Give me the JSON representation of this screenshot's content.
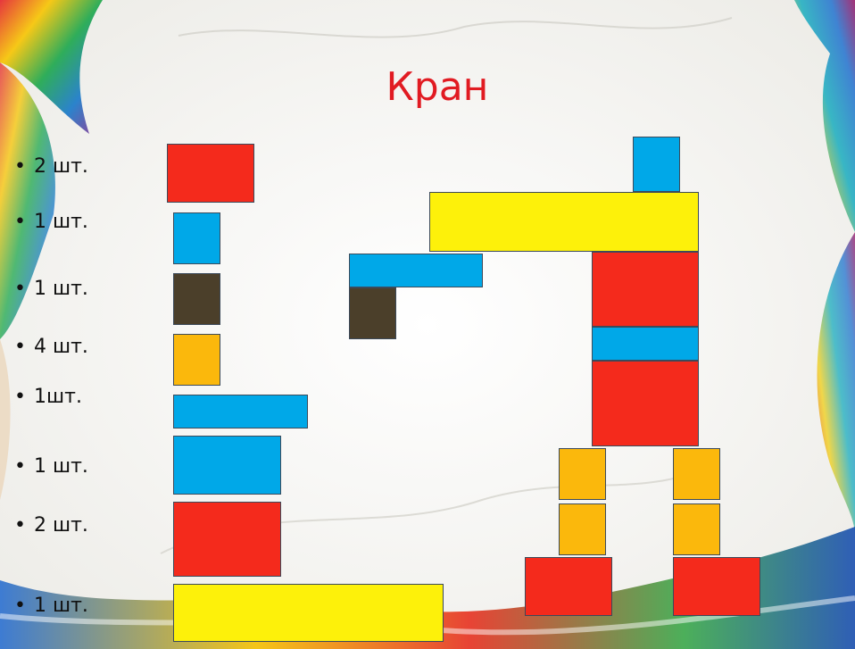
{
  "title": "Кран",
  "bullet_glyph": "•",
  "parts": [
    {
      "count": "2 шт.",
      "color": "red",
      "hex": "#f42a1c"
    },
    {
      "count": "1 шт.",
      "color": "blue",
      "hex": "#00a8e8"
    },
    {
      "count": "1 шт.",
      "color": "dark-brown",
      "hex": "#4b3f2a"
    },
    {
      "count": "4 шт.",
      "color": "orange",
      "hex": "#fbb80c"
    },
    {
      "count": "1шт.",
      "color": "blue",
      "hex": "#00a8e8"
    },
    {
      "count": "1 шт.",
      "color": "blue",
      "hex": "#00a8e8"
    },
    {
      "count": "2 шт.",
      "color": "red",
      "hex": "#f42a1c"
    },
    {
      "count": "1 шт.",
      "color": "yellow",
      "hex": "#fdf10a"
    }
  ],
  "colors": {
    "title": "#e11b22",
    "red": "#f42a1c",
    "blue": "#00a8e8",
    "dark": "#4b3f2a",
    "orange": "#fbb80c",
    "yellow": "#fdf10a"
  }
}
